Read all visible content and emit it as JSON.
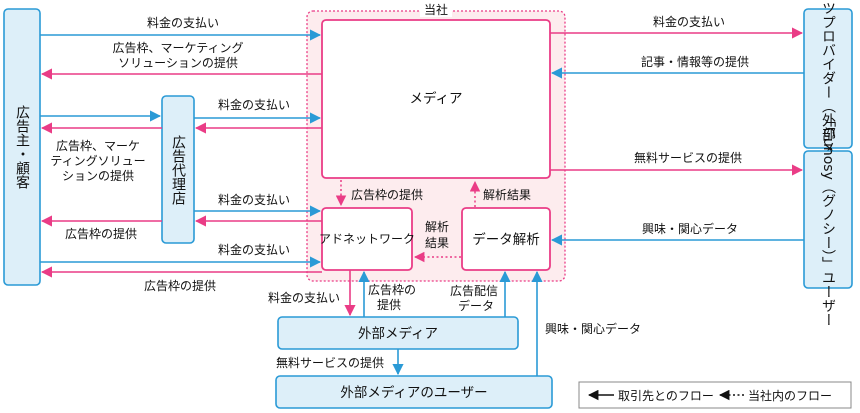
{
  "company_area": {
    "label": "当社"
  },
  "nodes": {
    "advertiser": {
      "label": "広告主・顧客"
    },
    "agency": {
      "label": "広告代理店"
    },
    "media": {
      "label": "メディア"
    },
    "adnetwork": {
      "label": "アドネットワーク"
    },
    "analytics": {
      "label": "データ解析"
    },
    "content_provider": {
      "label": "コンテンツプロバイダー（外部メディア）"
    },
    "users": {
      "label": "「Gunosy（グノシー）」ユーザー"
    },
    "ext_media": {
      "label": "外部メディア"
    },
    "ext_users": {
      "label": "外部メディアのユーザー"
    }
  },
  "flows": {
    "f01": "料金の支払い",
    "f02_l1": "広告枠、マーケティング",
    "f02_l2": "ソリューションの提供",
    "f03": "料金の支払い",
    "f04_l1": "広告枠、マーケ",
    "f04_l2": "ティングソリュー",
    "f04_l3": "ションの提供",
    "f05": "料金の支払い",
    "f06": "広告枠の提供",
    "f07": "料金の支払い",
    "f08": "広告枠の提供",
    "f09": "料金の支払い",
    "f10": "記事・情報等の提供",
    "f11": "無料サービスの提供",
    "f12": "興味・関心データ",
    "f13": "広告枠の提供",
    "f14": "解析結果",
    "f15_l1": "解析",
    "f15_l2": "結果",
    "f16": "料金の支払い",
    "f17_l1": "広告枠の",
    "f17_l2": "提供",
    "f18_l1": "広告配信",
    "f18_l2": "データ",
    "f19": "興味・関心データ",
    "f20": "無料サービスの提供"
  },
  "legend": {
    "partner_flow": "取引先とのフロー",
    "internal_flow": "当社内のフロー"
  },
  "colors": {
    "blue": "#2a9ad6",
    "pink": "#ea3c86",
    "box_fill": "#ddeff9",
    "company_fill": "#fdecee"
  }
}
